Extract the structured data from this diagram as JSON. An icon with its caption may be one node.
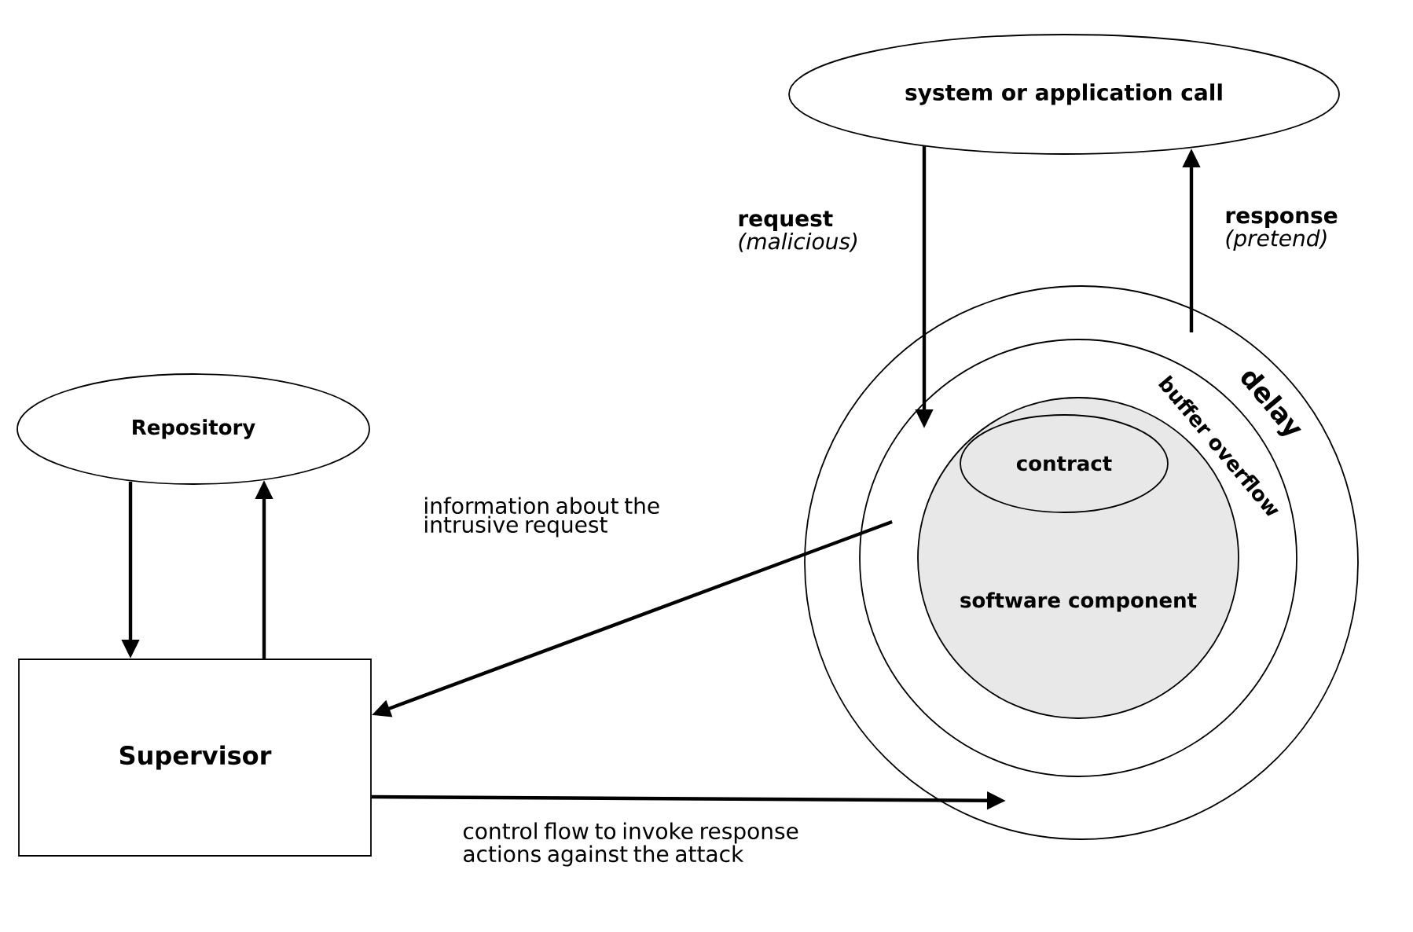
{
  "diagram": {
    "nodes": [
      {
        "text": [
          "system or application call"
        ]
      },
      {
        "text": [
          "Repository"
        ]
      },
      {
        "text": [
          "Supervisor"
        ]
      },
      {
        "text": [
          "delay"
        ]
      },
      {
        "text": [
          "buffer overflow"
        ],
        "in": 3
      },
      {
        "text": [
          "software component"
        ],
        "in": 4
      },
      {
        "text": [
          "contract"
        ],
        "in": 5
      }
    ],
    "edges": [
      {
        "from": 0,
        "to": 4,
        "arrow": "to",
        "label": "**request** *(malicious)*"
      },
      {
        "from": 3,
        "to": 0,
        "arrow": "to",
        "label": "**response** *(pretend)*"
      },
      {
        "from": 1,
        "to": 2,
        "arrow": "to"
      },
      {
        "from": 2,
        "to": 1,
        "arrow": "to"
      },
      {
        "from": 4,
        "to": 2,
        "arrow": "to",
        "label": "information about the intrusive request"
      },
      {
        "from": 2,
        "to": 3,
        "arrow": "to",
        "label": "control flow to invoke response actions against the attack"
      }
    ]
  }
}
